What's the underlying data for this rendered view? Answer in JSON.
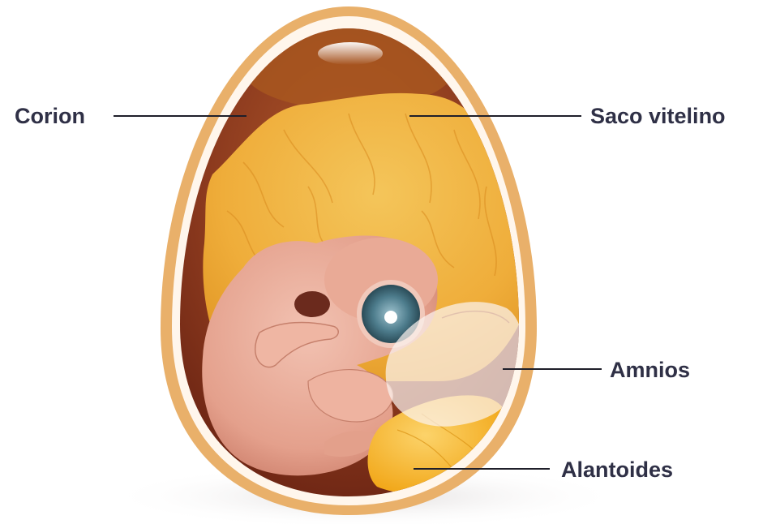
{
  "labels": {
    "corion": "Corion",
    "saco_vitelino": "Saco vitelino",
    "amnios": "Amnios",
    "alantoides": "Alantoides"
  },
  "colors": {
    "label_text": "#2f3046",
    "leader_line": "#1f1f2a",
    "shell": "#e9b06a",
    "membrane_dark": "#7a2a18",
    "yolk_sac": "#f3b747",
    "embryo": "#e7a793",
    "eye_iris": "#4f7f8e",
    "allantois": "#f6b21b",
    "amnion": "#f8f1ee"
  }
}
